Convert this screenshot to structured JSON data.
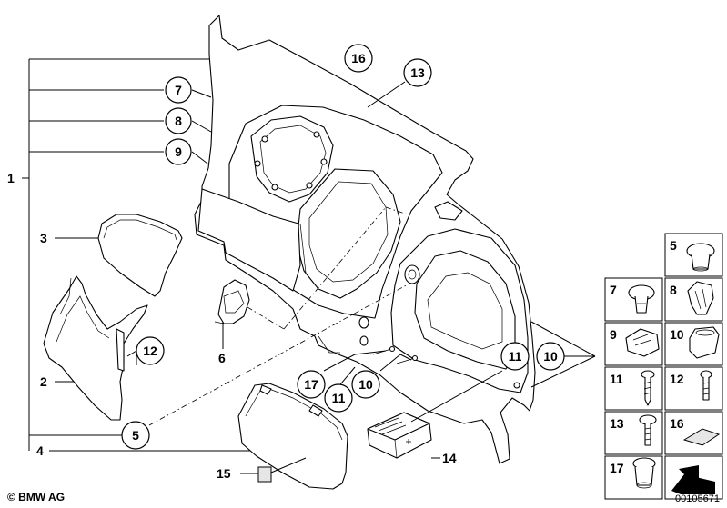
{
  "callouts": {
    "c1": "1",
    "c3": "3",
    "c2": "2",
    "c4": "4",
    "c5": "5",
    "c6": "6",
    "c7": "7",
    "c8": "8",
    "c9": "9",
    "c10": "10",
    "c11": "11",
    "c12": "12",
    "c13": "13",
    "c14": "14",
    "c15": "15",
    "c16": "16",
    "c17": "17",
    "c10b": "10",
    "c11b": "11"
  },
  "legend": {
    "items": [
      "5",
      "7",
      "8",
      "9",
      "10",
      "11",
      "12",
      "13",
      "16",
      "17"
    ]
  },
  "footer": {
    "copyright": "© BMW AG",
    "image_number": "00105671"
  }
}
